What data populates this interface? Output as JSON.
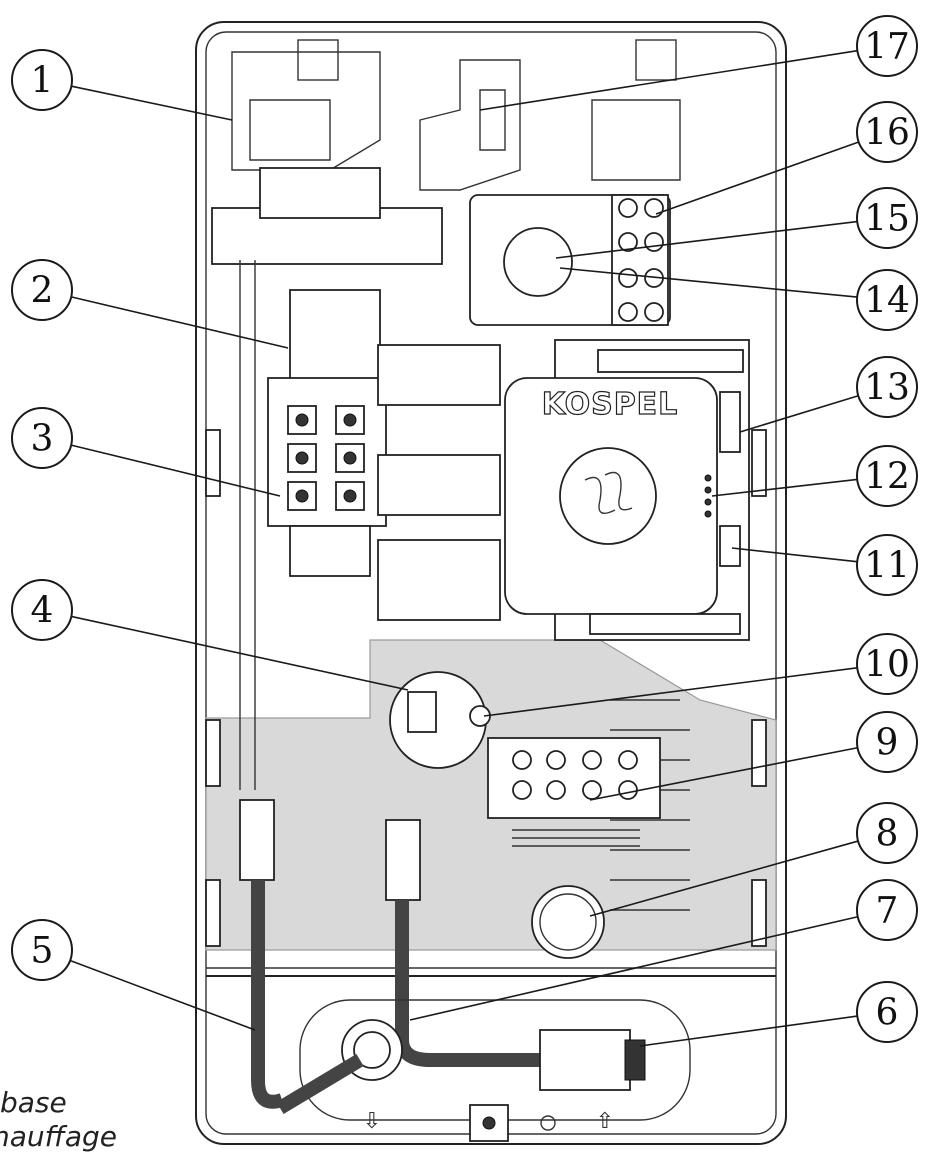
{
  "diagram": {
    "brand_label": "KOSPEL",
    "caption_lines": [
      "base",
      "hauffage"
    ],
    "callout_labels": [
      "1",
      "2",
      "3",
      "4",
      "5",
      "6",
      "7",
      "8",
      "9",
      "10",
      "11",
      "12",
      "13",
      "14",
      "15",
      "16",
      "17"
    ],
    "flow_arrows": [
      "⇩",
      "⇧"
    ]
  }
}
